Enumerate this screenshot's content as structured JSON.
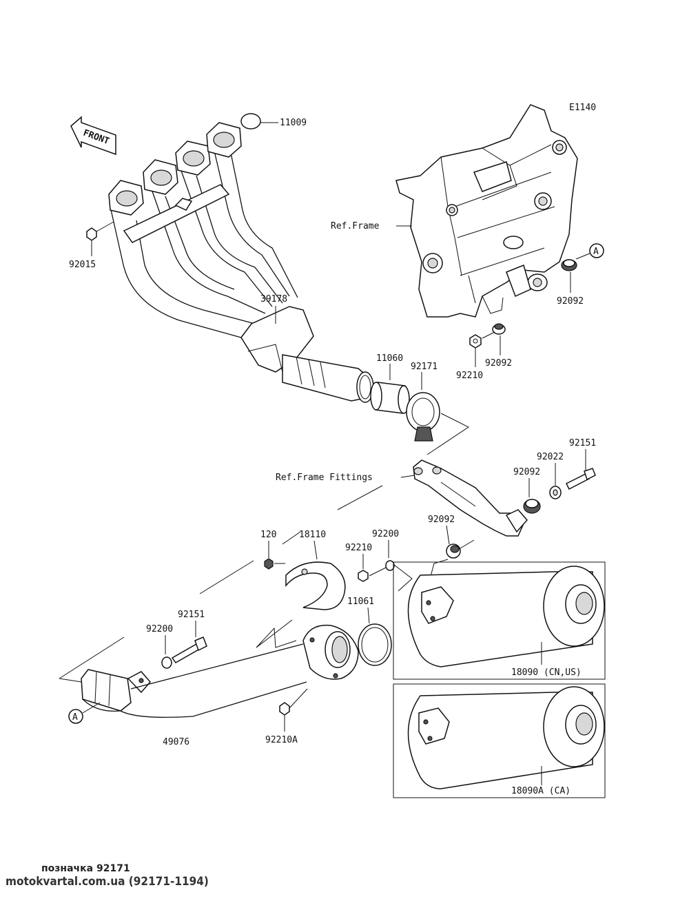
{
  "diagram": {
    "code": "E1140",
    "front_label": "FRONT",
    "refs": {
      "frame": "Ref.Frame",
      "frame_fittings": "Ref.Frame Fittings"
    },
    "parts": {
      "p11009": "11009",
      "p92015": "92015",
      "p39178": "39178",
      "p11060": "11060",
      "p92171": "92171",
      "p92092_a": "92092",
      "p92092_b": "92092",
      "p92210": "92210",
      "p92151_a": "92151",
      "p92022": "92022",
      "p92092_c": "92092",
      "p92092_d": "92092",
      "p18110": "18110",
      "p120": "120",
      "p92200_a": "92200",
      "p92210_b": "92210",
      "p11061": "11061",
      "p92151_b": "92151",
      "p92200_b": "92200",
      "p49076": "49076",
      "p92210A": "92210A",
      "p18090": "18090  (CN,US)",
      "p18090A": "18090A  (CA)"
    },
    "markers": {
      "a_top": "A",
      "a_bottom": "A"
    }
  },
  "footer": {
    "caption": "позначка 92171",
    "source": "motokvartal.com.ua (92171-1194)"
  }
}
